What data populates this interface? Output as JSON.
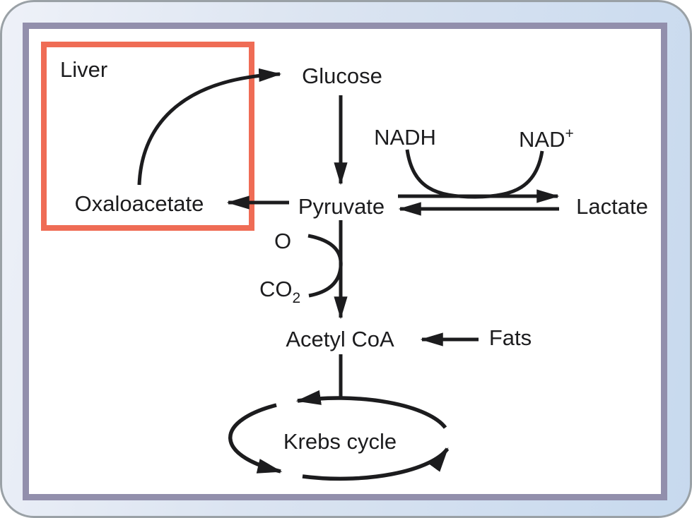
{
  "diagram": {
    "region_label": "Liver",
    "nodes": {
      "glucose": "Glucose",
      "pyruvate": "Pyruvate",
      "lactate": "Lactate",
      "oxaloacetate": "Oxaloacetate",
      "acetyl_coa": "Acetyl CoA",
      "fats": "Fats",
      "krebs_cycle": "Krebs cycle"
    },
    "cofactors": {
      "nadh": "NADH",
      "nad_base": "NAD",
      "nad_superscript": "+",
      "oxygen": "O",
      "co2_base": "CO",
      "co2_subscript": "2"
    },
    "edges": [
      {
        "from": "Oxaloacetate",
        "to": "Glucose",
        "shape": "curved-arrow"
      },
      {
        "from": "Glucose",
        "to": "Pyruvate",
        "shape": "straight-arrow"
      },
      {
        "from": "Pyruvate",
        "to": "Oxaloacetate",
        "shape": "straight-arrow"
      },
      {
        "from": "Pyruvate",
        "to": "Lactate",
        "shape": "straight-arrow",
        "coupled": "NADH to NAD+"
      },
      {
        "from": "Lactate",
        "to": "Pyruvate",
        "shape": "straight-arrow"
      },
      {
        "from": "Pyruvate",
        "to": "Acetyl CoA",
        "shape": "straight-arrow",
        "consumes": "O",
        "releases": "CO2"
      },
      {
        "from": "Fats",
        "to": "Acetyl CoA",
        "shape": "straight-arrow"
      },
      {
        "from": "Acetyl CoA",
        "to": "Krebs cycle",
        "shape": "line-into-cycle"
      }
    ],
    "colors": {
      "liver_box_border": "#ef6c55",
      "frame_fill_light": "#eef1f8",
      "frame_fill_blue": "#c7d9ee",
      "frame_inner_border": "#928fac",
      "frame_outline": "#9aa1a6",
      "ink": "#1c1c1e",
      "panel_background": "#ffffff"
    }
  }
}
